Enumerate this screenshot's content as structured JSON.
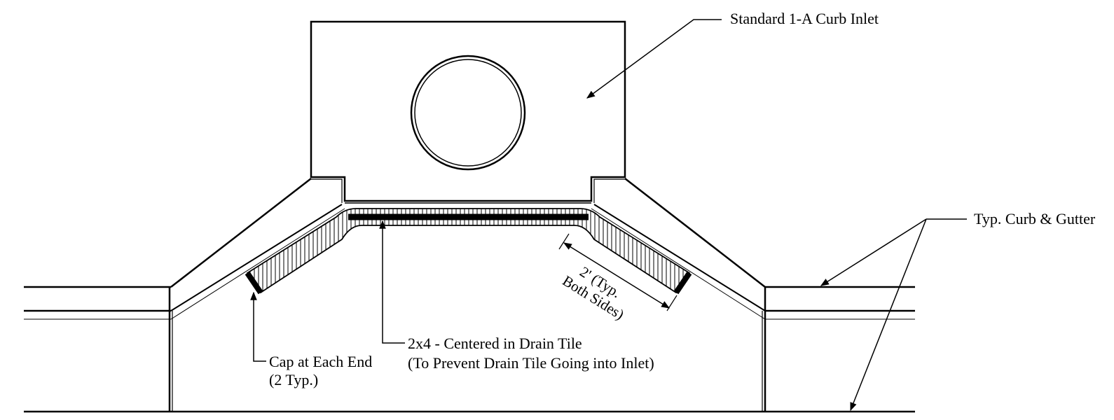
{
  "labels": {
    "curb_inlet": "Standard 1-A Curb Inlet",
    "curb_gutter": "Typ. Curb & Gutter",
    "cap_line1": "Cap at Each End",
    "cap_line2": "(2 Typ.)",
    "twobyfour_line1": "2x4 - Centered in Drain Tile",
    "twobyfour_line2": "(To Prevent Drain Tile Going into Inlet)",
    "dim_line1": "2' (Typ.",
    "dim_line2": "Both Sides)"
  },
  "colors": {
    "line": "#000000",
    "background": "#ffffff"
  }
}
